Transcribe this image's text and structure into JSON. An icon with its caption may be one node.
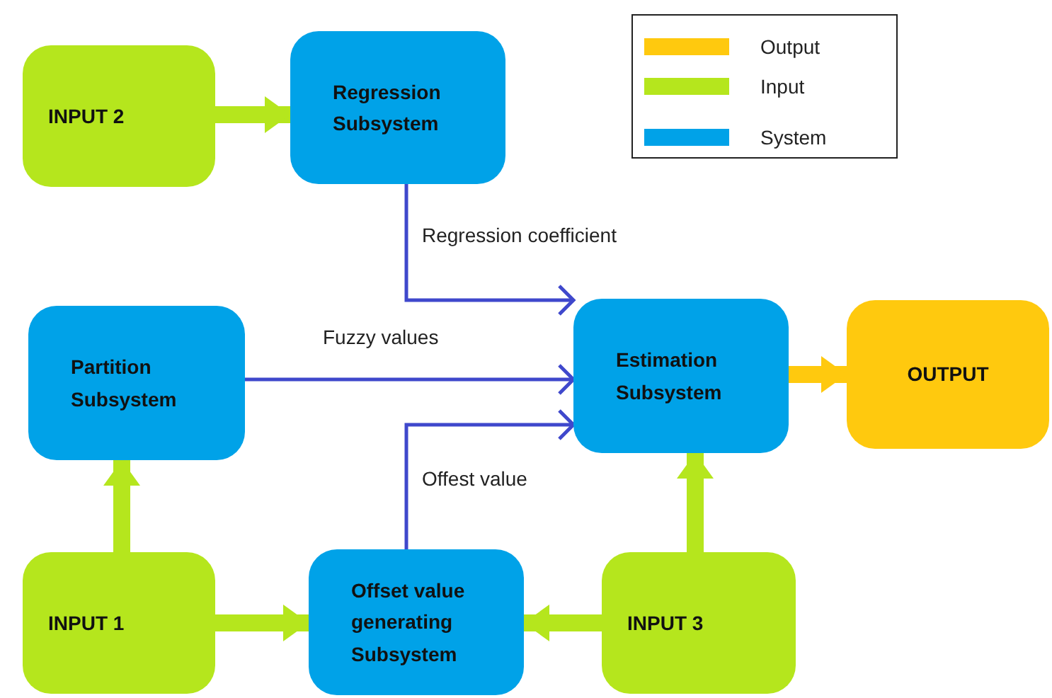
{
  "diagram": {
    "nodes": [
      {
        "text": [
          "INPUT 2"
        ]
      },
      {
        "text": [
          "Regression Subsystem"
        ]
      },
      {
        "text": [
          "Partition Subsystem"
        ]
      },
      {
        "text": [
          "Estimation Subsystem"
        ]
      },
      {
        "text": [
          "OUTPUT"
        ]
      },
      {
        "text": [
          "INPUT 1"
        ]
      },
      {
        "text": [
          "Offset value generating Subsystem"
        ]
      },
      {
        "text": [
          "INPUT 3"
        ]
      }
    ],
    "edges": [
      {
        "from": 0,
        "to": 1,
        "arrow": "to"
      },
      {
        "from": 1,
        "to": 3,
        "arrow": "to",
        "label": "Regression coefficient",
        "color": "#3f48cc"
      },
      {
        "from": 2,
        "to": 3,
        "arrow": "to",
        "label": "Fuzzy values",
        "color": "#3f48cc"
      },
      {
        "from": 6,
        "to": 3,
        "arrow": "to",
        "label": "Offest value",
        "color": "#3f48cc"
      },
      {
        "from": 3,
        "to": 4,
        "arrow": "to",
        "color": "#ffc90e"
      },
      {
        "from": 5,
        "to": 2,
        "arrow": "to"
      },
      {
        "from": 5,
        "to": 6,
        "arrow": "to"
      },
      {
        "from": 7,
        "to": 6,
        "arrow": "to"
      },
      {
        "from": 7,
        "to": 3,
        "arrow": "to"
      }
    ],
    "legend": [
      {
        "text": "Output",
        "color": "#ffc90e"
      },
      {
        "text": "Input",
        "color": "#b5e61d"
      },
      {
        "text": "System",
        "color": "#00a2e8"
      }
    ]
  }
}
